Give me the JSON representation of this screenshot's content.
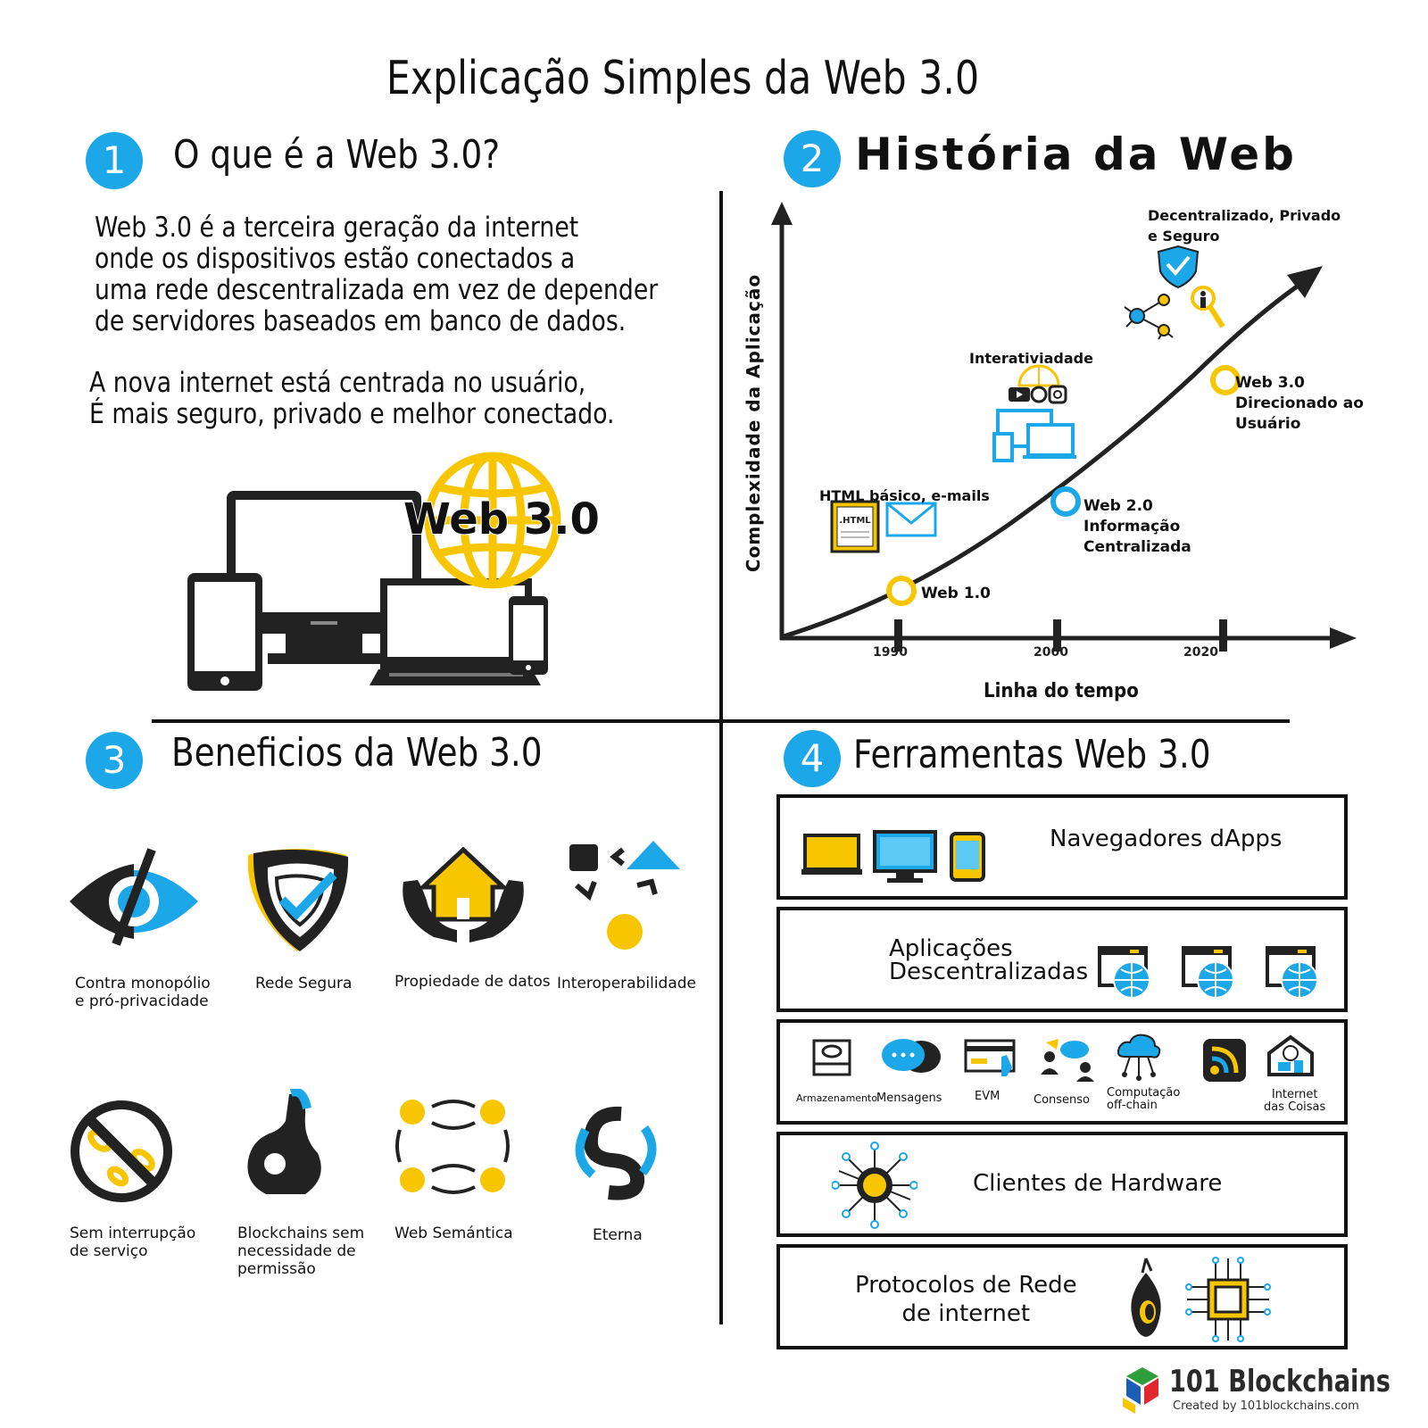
{
  "title": "Explicação Simples da Web 3.0",
  "sections": [
    {
      "num": "1",
      "title": "O que é a Web 3.0?"
    },
    {
      "num": "2",
      "title": "História da Web"
    },
    {
      "num": "3",
      "title": "Beneficios da Web 3.0"
    },
    {
      "num": "4",
      "title": "Ferramentas Web 3.0"
    }
  ],
  "intro": {
    "lines1": [
      "Web 3.0 é a terceira geração da internet",
      "onde os dispositivos estão conectados a",
      "uma rede descentralizada em vez de depender",
      "de servidores baseados em banco de dados."
    ],
    "lines2": [
      "A nova internet está centrada no usuário,",
      "É mais seguro, privado e melhor conectado."
    ],
    "logo_text": "Web 3.0"
  },
  "history": {
    "ylabel": "Complexidade da Aplicação",
    "xlabel": "Linha do tempo",
    "years": [
      "1990",
      "2000",
      "2020"
    ],
    "milestones": [
      {
        "label": "Web 1.0",
        "feature": "HTML básico, e-mails"
      },
      {
        "label_lines": [
          "Web 2.0",
          "Informação",
          "Centralizada"
        ],
        "feature": "Interativiadade"
      },
      {
        "label_lines": [
          "Web 3.0",
          "Direcionado ao",
          "Usuário"
        ],
        "feature_lines": [
          "Decentralizado, Privado",
          "e Seguro"
        ]
      }
    ],
    "html_tag": ".HTML"
  },
  "benefits": [
    {
      "lines": [
        "Contra monopólio",
        "e pró-privacidade"
      ],
      "icon": "eye-slash-icon"
    },
    {
      "lines": [
        "Rede Segura"
      ],
      "icon": "shield-check-icon"
    },
    {
      "lines": [
        "Propiedade de datos"
      ],
      "icon": "house-hands-icon"
    },
    {
      "lines": [
        "Interoperabilidade"
      ],
      "icon": "shapes-icon"
    },
    {
      "lines": [
        "Sem interrupção",
        "de serviço"
      ],
      "icon": "no-chain-icon"
    },
    {
      "lines": [
        "Blockchains sem",
        "necessidade de",
        "permissão"
      ],
      "icon": "ok-hand-icon"
    },
    {
      "lines": [
        "Web Semántica"
      ],
      "icon": "semantic-cycle-icon"
    },
    {
      "lines": [
        "Eterna"
      ],
      "icon": "infinity-icon"
    }
  ],
  "tools": {
    "browsers": "Navegadores dApps",
    "dapps_lines": [
      "Aplicações",
      "Descentralizadas"
    ],
    "services": [
      {
        "lines": [
          "Armazenamento"
        ],
        "icon": "storage-icon"
      },
      {
        "lines": [
          "Mensagens"
        ],
        "icon": "chat-icon"
      },
      {
        "lines": [
          "EVM"
        ],
        "icon": "card-icon"
      },
      {
        "lines": [
          "Consenso"
        ],
        "icon": "consensus-icon"
      },
      {
        "lines": [
          "Computação",
          "off-chain"
        ],
        "icon": "cloud-icon"
      },
      {
        "lines": [
          ""
        ],
        "icon": "rss-icon"
      },
      {
        "lines": [
          "Internet",
          "das Coisas"
        ],
        "icon": "iot-house-icon"
      }
    ],
    "hardware": "Clientes de Hardware",
    "protocols_lines": [
      "Protocolos de Rede",
      "de internet"
    ]
  },
  "brand": {
    "name": "101 Blockchains",
    "sub": "Created by 101blockchains.com"
  },
  "colors": {
    "accent_blue": "#1ba7e8",
    "accent_yellow": "#f7c600",
    "dark": "#222222"
  }
}
